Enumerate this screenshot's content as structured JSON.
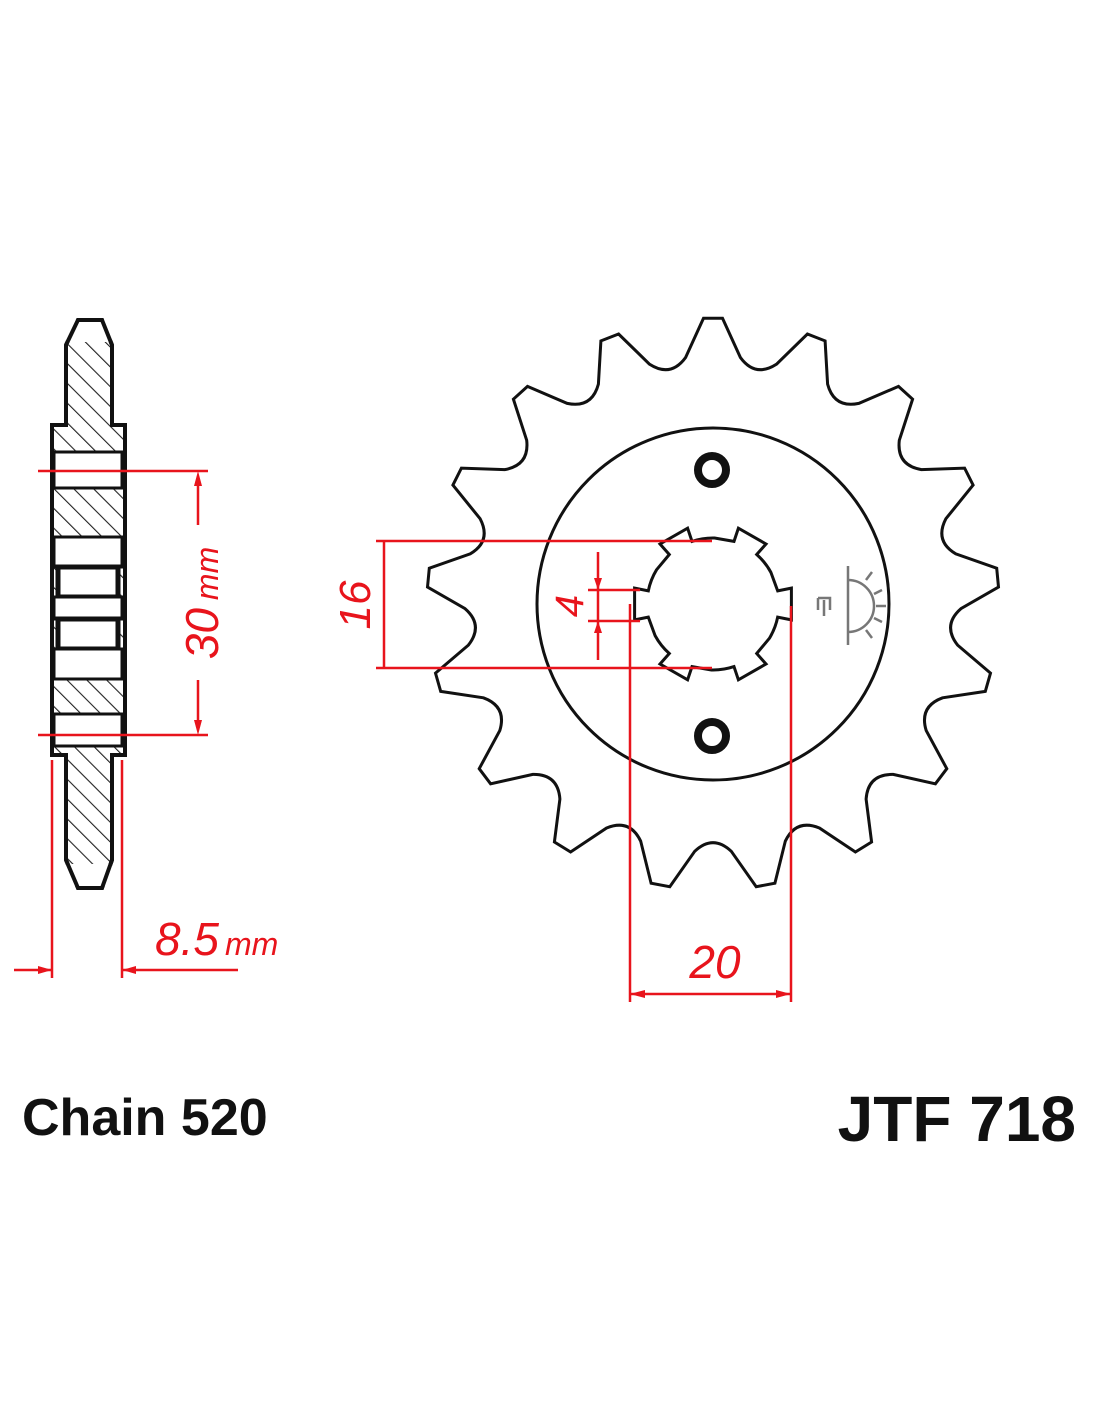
{
  "labels": {
    "chain": "Chain 520",
    "part_number": "JTF 718"
  },
  "dimensions": {
    "pcd": {
      "value": "30",
      "unit": "mm"
    },
    "thickness": {
      "value": "8.5",
      "unit": "mm"
    },
    "spline_major": "16",
    "spline_key": "4",
    "bore": "20"
  },
  "sprocket": {
    "teeth": 17,
    "bolt_holes": 2,
    "splines": 6
  },
  "colors": {
    "dimension": "#e8141c",
    "outline": "#111111"
  }
}
